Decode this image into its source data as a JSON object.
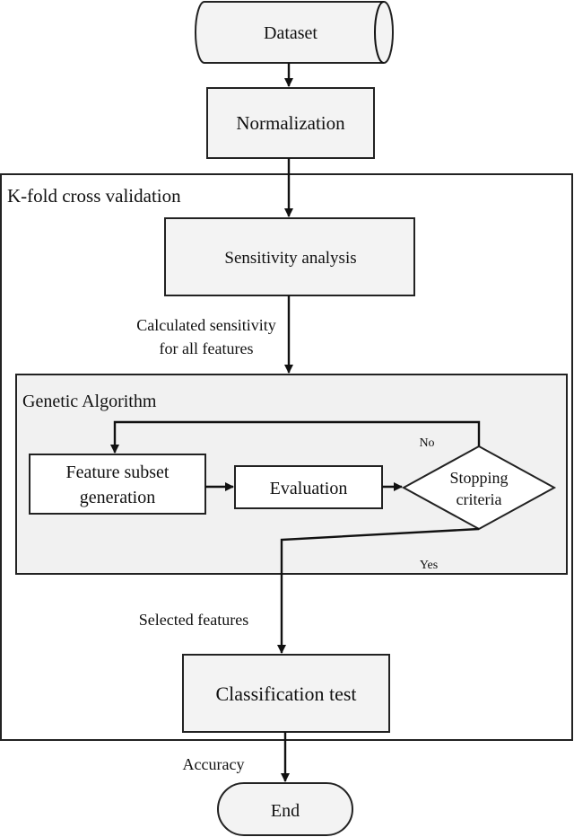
{
  "nodes": {
    "dataset": "Dataset",
    "normalization": "Normalization",
    "kfold": "K-fold cross validation",
    "sensitivity": "Sensitivity analysis",
    "ga": "Genetic Algorithm",
    "feature_line1": "Feature subset",
    "feature_line2": "generation",
    "evaluation": "Evaluation",
    "stopping_line1": "Stopping",
    "stopping_line2": "criteria",
    "classification": "Classification test",
    "end": "End"
  },
  "edge_labels": {
    "calc_line1": "Calculated sensitivity",
    "calc_line2": "for all features",
    "no": "No",
    "yes": "Yes",
    "selected": "Selected features",
    "accuracy": "Accuracy"
  }
}
